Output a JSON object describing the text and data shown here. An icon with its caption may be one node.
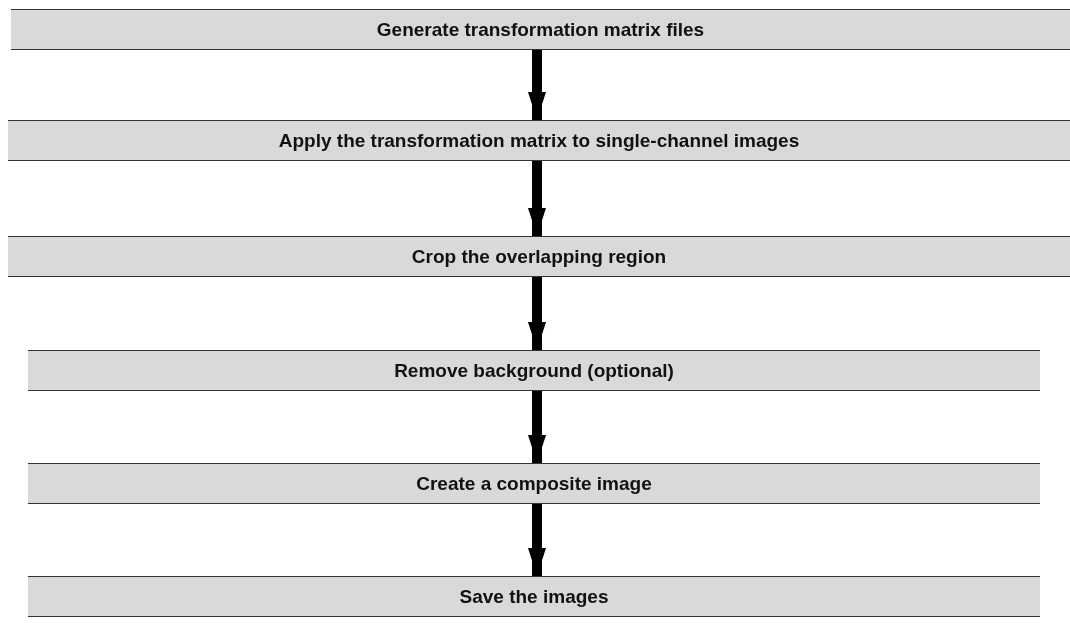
{
  "diagram": {
    "nodes": [
      {
        "text": [
          "Generate transformation matrix files"
        ]
      },
      {
        "text": [
          "Apply the transformation matrix to single-channel images"
        ]
      },
      {
        "text": [
          "Crop the overlapping region"
        ]
      },
      {
        "text": [
          "Remove background (optional)"
        ]
      },
      {
        "text": [
          "Create a composite image"
        ]
      },
      {
        "text": [
          "Save the images"
        ]
      }
    ],
    "edges": [
      {
        "from": 0,
        "to": 1,
        "arrow": "to"
      },
      {
        "from": 1,
        "to": 2,
        "arrow": "to"
      },
      {
        "from": 2,
        "to": 3,
        "arrow": "to"
      },
      {
        "from": 3,
        "to": 4,
        "arrow": "to"
      },
      {
        "from": 4,
        "to": 5,
        "arrow": "to"
      }
    ]
  }
}
